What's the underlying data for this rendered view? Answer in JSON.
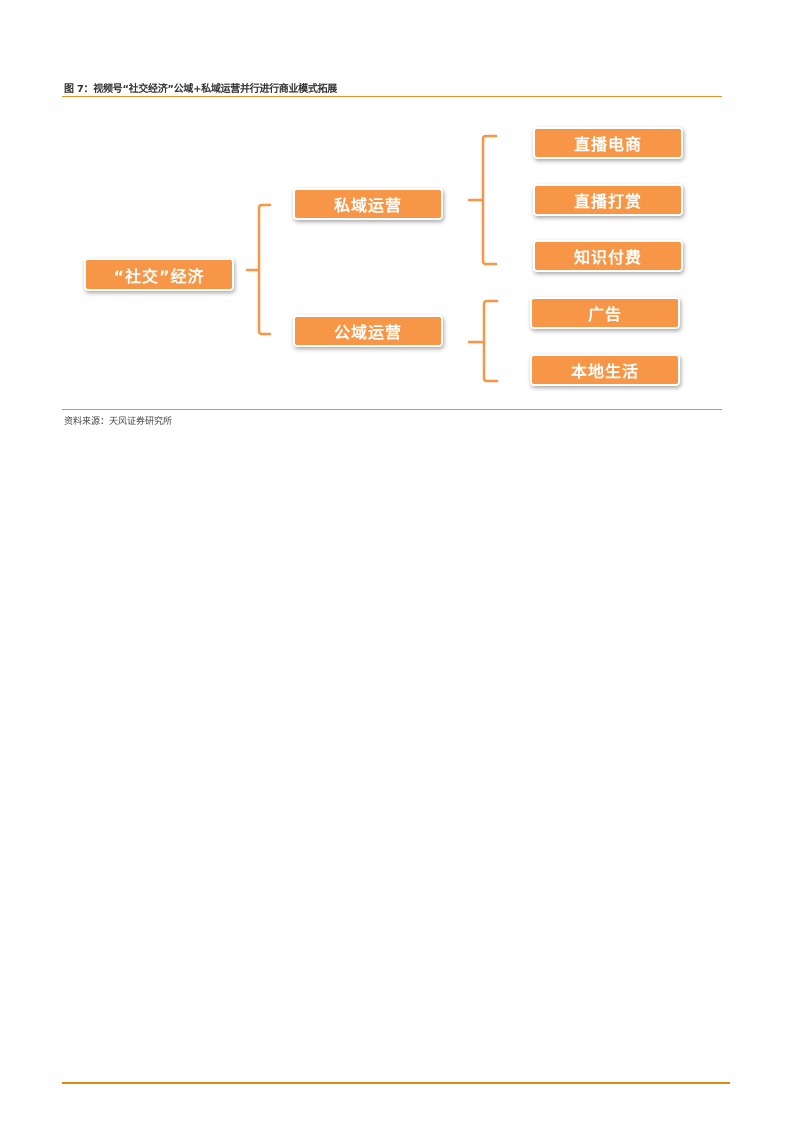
{
  "figure": {
    "title": "图 7：视频号“社交经济”公域+私域运营并行进行商业模式拓展",
    "source": "资料来源：天风证券研究所"
  },
  "diagram": {
    "root": {
      "label": "“社交”经济"
    },
    "branches": [
      {
        "label": "私域运营",
        "children": [
          {
            "label": "直播电商"
          },
          {
            "label": "直播打赏"
          },
          {
            "label": "知识付费"
          }
        ]
      },
      {
        "label": "公域运营",
        "children": [
          {
            "label": "广告"
          },
          {
            "label": "本地生活"
          }
        ]
      }
    ]
  },
  "colors": {
    "node_fill": "#F79646",
    "connector": "#F79646",
    "rule": "#E8912D"
  }
}
